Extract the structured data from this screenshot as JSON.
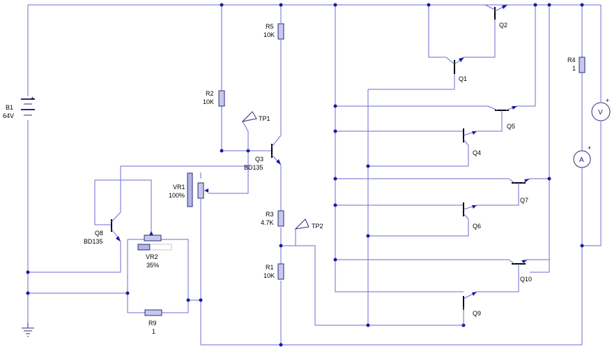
{
  "components": {
    "battery": {
      "ref": "B1",
      "value": "64V",
      "plus": "+"
    },
    "r5": {
      "ref": "R5",
      "value": "10K"
    },
    "r2": {
      "ref": "R2",
      "value": "10K"
    },
    "r3": {
      "ref": "R3",
      "value": "4.7K"
    },
    "r1": {
      "ref": "R1",
      "value": "10K"
    },
    "r4": {
      "ref": "R4",
      "value": "1"
    },
    "r9": {
      "ref": "R9",
      "value": "1"
    },
    "vr1": {
      "ref": "VR1",
      "value": "100%"
    },
    "vr2": {
      "ref": "VR2",
      "value": "35%",
      "level": 0.35
    },
    "q1": {
      "ref": "Q1"
    },
    "q2": {
      "ref": "Q2"
    },
    "q3": {
      "ref": "Q3",
      "value": "BD135"
    },
    "q4": {
      "ref": "Q4"
    },
    "q5": {
      "ref": "Q5"
    },
    "q6": {
      "ref": "Q6"
    },
    "q7": {
      "ref": "Q7"
    },
    "q8": {
      "ref": "Q8",
      "value": "BD135"
    },
    "q9": {
      "ref": "Q9"
    },
    "q10": {
      "ref": "Q10"
    },
    "tp1": {
      "ref": "TP1"
    },
    "tp2": {
      "ref": "TP2"
    },
    "voltmeter": {
      "symbol": "V",
      "plus": "+"
    },
    "ammeter": {
      "symbol": "A",
      "plus": "+"
    }
  },
  "colors": {
    "wire": "#6b6bd6",
    "junction": "#1a1aa0",
    "resistor_fill": "#c8c8ea"
  }
}
